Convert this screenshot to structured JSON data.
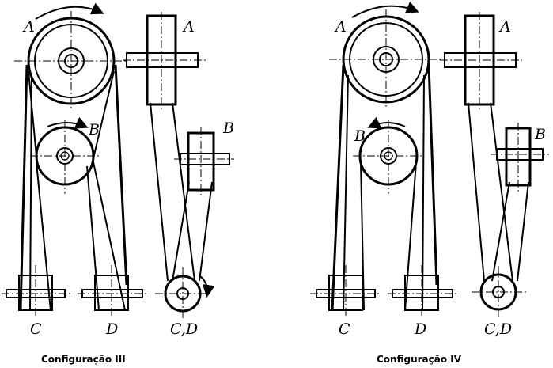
{
  "configurations": [
    {
      "caption": "Configuração III",
      "labels": {
        "a_front": "A",
        "a_side": "A",
        "b_front": "B",
        "b_side": "B",
        "c": "C",
        "d": "D",
        "cd": "C,D"
      }
    },
    {
      "caption": "Configuração IV",
      "labels": {
        "a_front": "A",
        "a_side": "A",
        "b_front": "B",
        "b_side": "B",
        "c": "C",
        "d": "D",
        "cd": "C,D"
      }
    }
  ]
}
